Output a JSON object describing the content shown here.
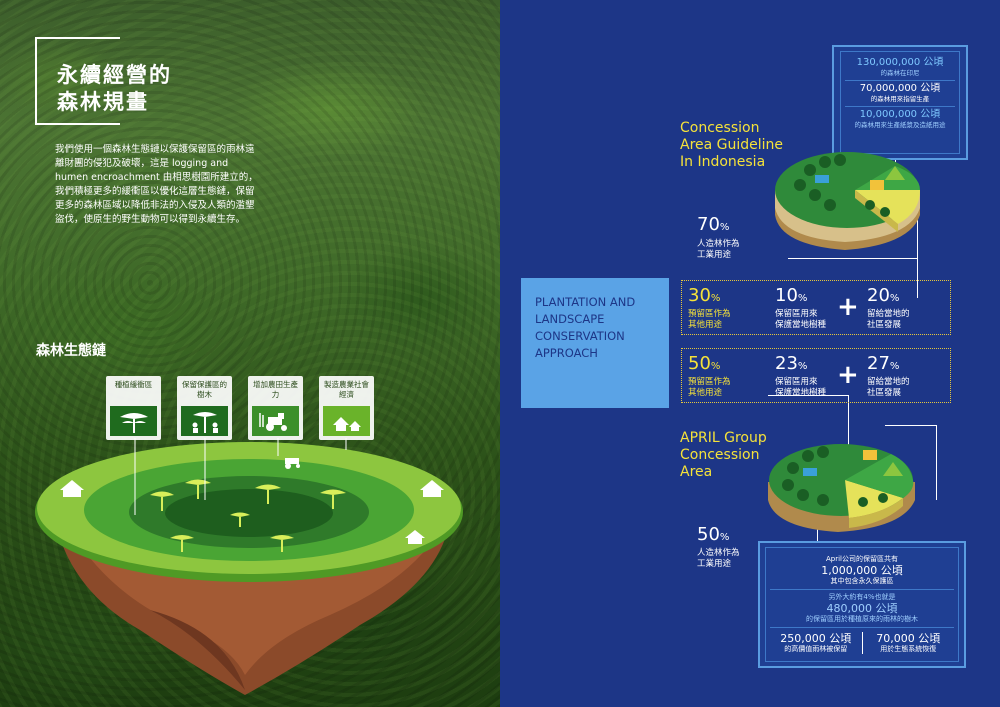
{
  "left": {
    "title_line1": "永續經營的",
    "title_line2": "森林規畫",
    "intro": "我們使用一個森林生態鏈以保護保留區的雨林遠離財團的侵犯及破壞，這是 logging and humen encroachment 由相思樹園所建立的，我們積極更多的緩衝區以優化這層生態鏈，保留更多的森林區域以降低非法的入侵及人類的濫墾盜伐，使原生的野生動物可以得到永續生存。",
    "ecosystem_label": "森林生態鏈",
    "flow": [
      {
        "label": "種植緩衝區",
        "icon": "acacia-tree-icon"
      },
      {
        "label": "保留保護區的樹木",
        "icon": "tree-people-icon"
      },
      {
        "label": "增加農田生產力",
        "icon": "tractor-icon"
      },
      {
        "label": "製造農業社會經濟",
        "icon": "village-icon"
      }
    ]
  },
  "right": {
    "indonesia_stats": [
      {
        "value": "130,000,000 公頃",
        "desc": "的森林在印尼"
      },
      {
        "value": "70,000,000 公頃",
        "desc": "的森林用來指留生產"
      },
      {
        "value": "10,000,000 公頃",
        "desc": "的森林用來生產紙漿及造紙用途"
      }
    ],
    "concession_heading": [
      "Concession",
      "Area Guideline",
      "In Indonesia"
    ],
    "indonesia_plantation": {
      "pct": "70",
      "unit": "%",
      "desc": [
        "人造林作為",
        "工業用途"
      ]
    },
    "approach": [
      "PLANTATION AND",
      "LANDSCAPE",
      "CONSERVATION",
      "APPROACH"
    ],
    "guideline_row": [
      {
        "pct": "30",
        "desc": [
          "預留區作為",
          "其他用途"
        ]
      },
      {
        "pct": "10",
        "desc": [
          "保留區用來",
          "保護當地樹種"
        ]
      },
      {
        "pct": "20",
        "desc": [
          "留給當地的",
          "社區發展"
        ]
      }
    ],
    "april_row": [
      {
        "pct": "50",
        "desc": [
          "預留區作為",
          "其他用途"
        ]
      },
      {
        "pct": "23",
        "desc": [
          "保留區用來",
          "保護當地樹種"
        ]
      },
      {
        "pct": "27",
        "desc": [
          "留給當地的",
          "社區發展"
        ]
      }
    ],
    "april_heading": [
      "APRIL Group",
      "Concession",
      "Area"
    ],
    "april_plantation": {
      "pct": "50",
      "unit": "%",
      "desc": [
        "人造林作為",
        "工業用途"
      ]
    },
    "april_stats": {
      "line1": "April公司的保留區共有",
      "value1": "1,000,000 公頃",
      "desc1": "其中包含永久保護區",
      "line2": "另外大約有4%也就是",
      "value2": "480,000 公頃",
      "desc2": "的保留區用於種植原來的雨林的樹木",
      "split": [
        {
          "value": "250,000 公頃",
          "desc": "的高價值雨林被保留"
        },
        {
          "value": "70,000 公頃",
          "desc": "用於生態系統恢復"
        }
      ]
    },
    "percent_sign": "%",
    "plus_sign": "+"
  },
  "colors": {
    "navy": "#1d3687",
    "yellow": "#f5e23a",
    "light_blue": "#5aa3e6",
    "green": "#3c8f2a"
  }
}
